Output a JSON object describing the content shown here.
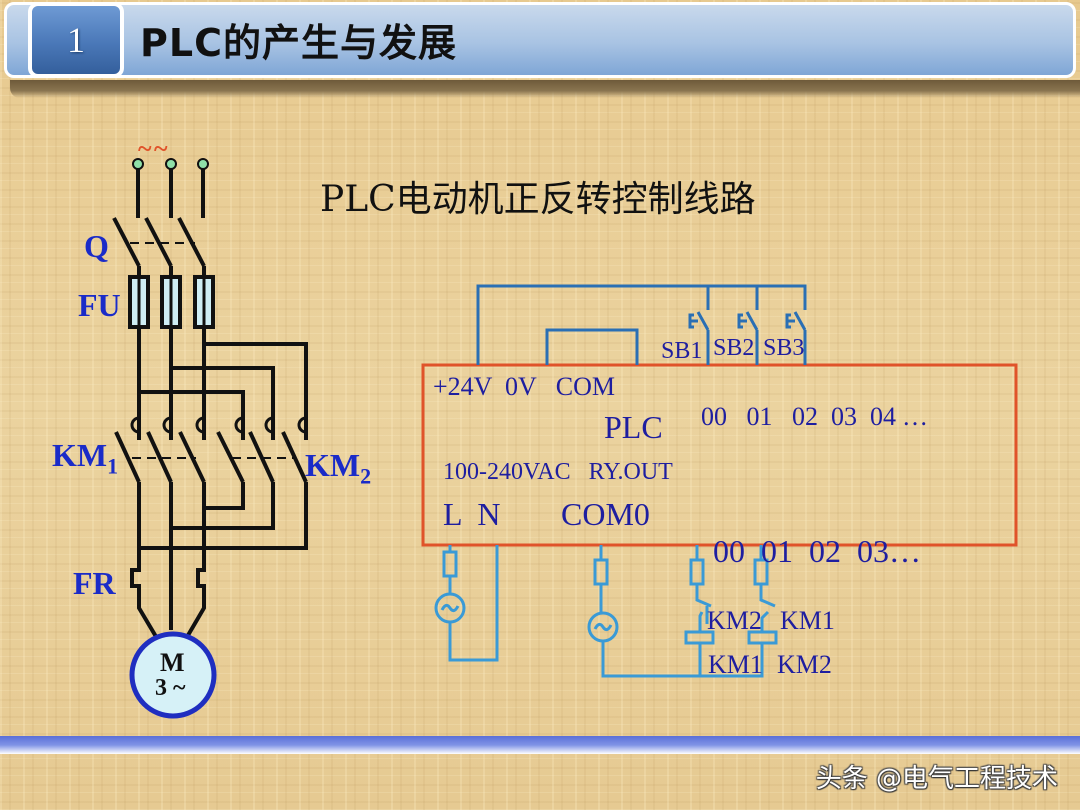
{
  "header": {
    "section_number": "1",
    "title": "PLC的产生与发展"
  },
  "diagram": {
    "title": "PLC电动机正反转控制线路",
    "main_circuit": {
      "supply_symbol": "~ ~",
      "labels": {
        "switch": "Q",
        "fuse": "FU",
        "contactor_1": "KM",
        "contactor_1_sub": "1",
        "contactor_2": "KM",
        "contactor_2_sub": "2",
        "overload_relay": "FR",
        "motor_top": "M",
        "motor_bottom": "3 ~"
      }
    },
    "plc": {
      "top_terminals": "+24V  0V   COM",
      "input_terminals": "00   01   02  03  04",
      "input_ellipsis": "…",
      "name": "PLC",
      "spec": "100-240VAC   RY.OUT",
      "bottom_left": "L  N",
      "bottom_com": "COM0",
      "output_terminals": "00  01  02  03",
      "output_ellipsis": "…",
      "border_color": "#e0532a"
    },
    "push_buttons": [
      "SB1",
      "SB2",
      "SB3"
    ],
    "output_circuit": {
      "interlock_labels": [
        "KM2",
        "KM1"
      ],
      "coil_labels": [
        "KM1",
        "KM2"
      ]
    },
    "wire_color_control": "#2a7fc4",
    "wire_color_main": "#111111",
    "label_color": "#1a2bc8"
  },
  "footer": {
    "watermark": "头条 @电气工程技术"
  }
}
